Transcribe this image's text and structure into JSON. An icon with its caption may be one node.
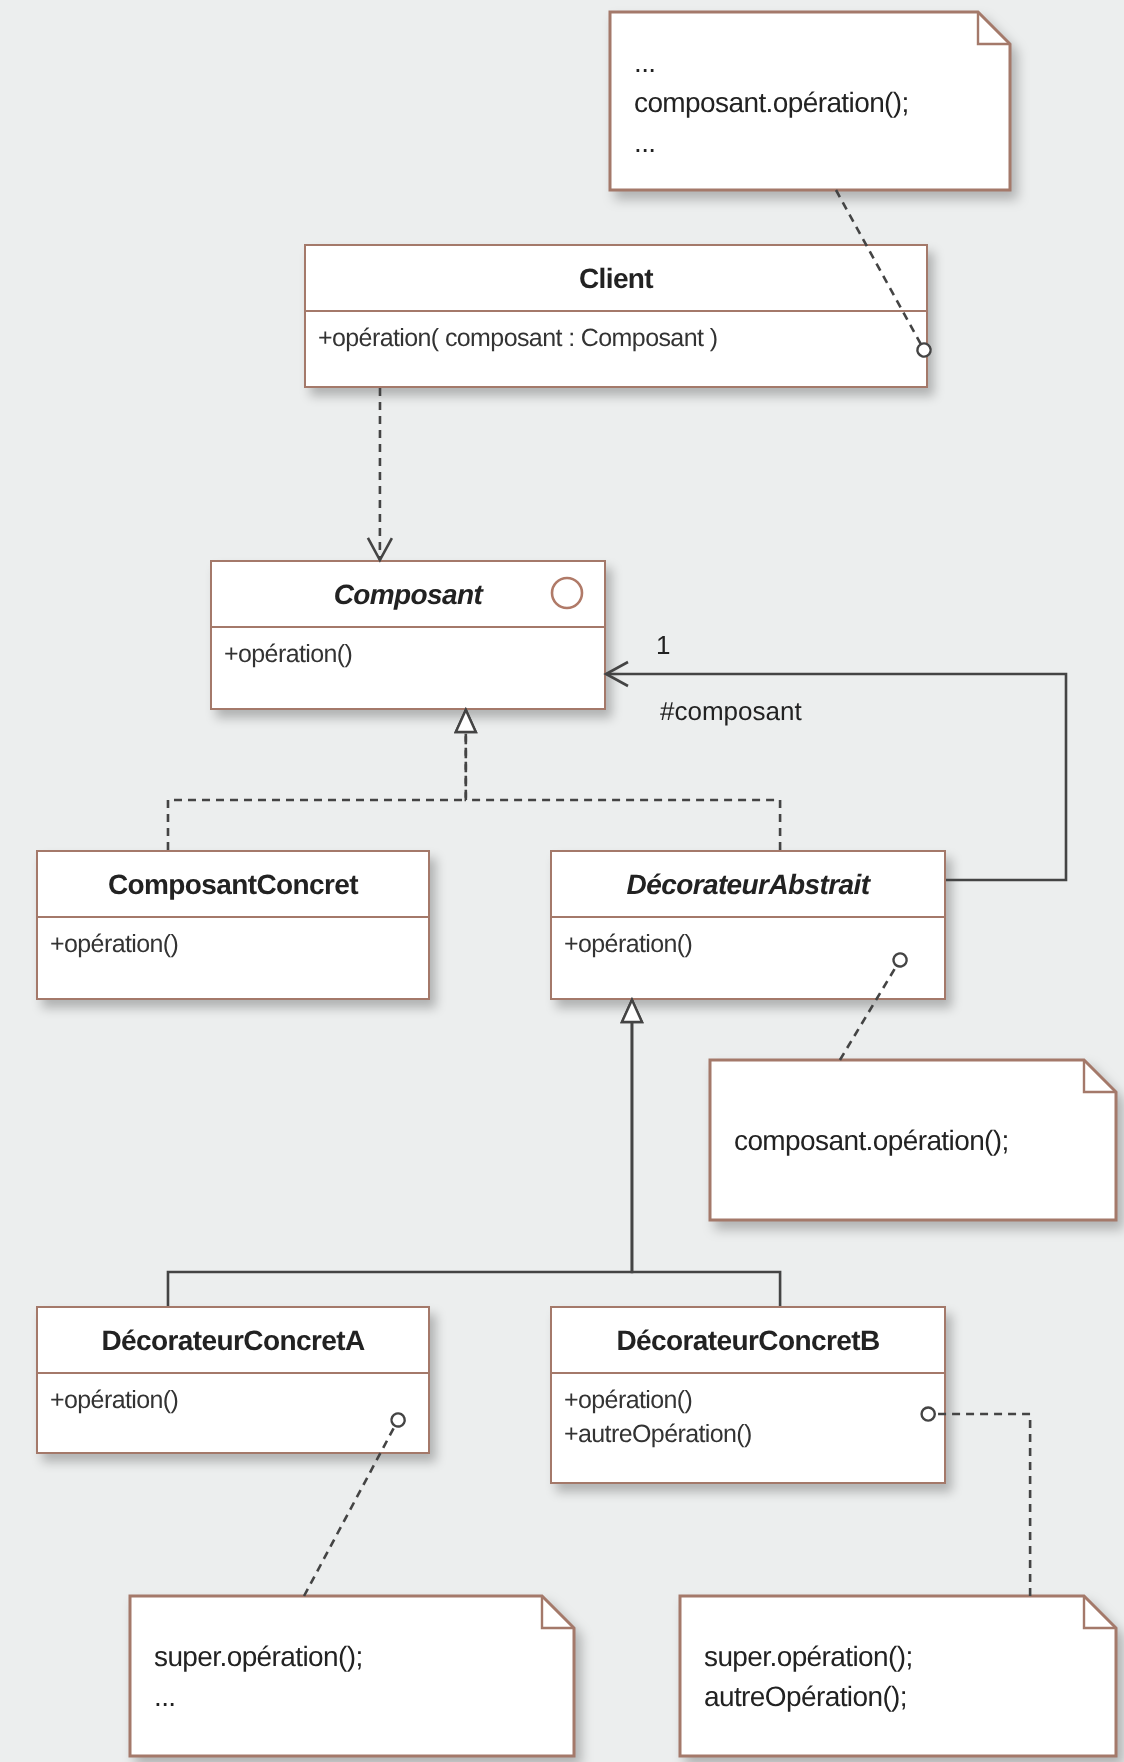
{
  "diagram": {
    "nodes": [
      {
        "text": [
          "...",
          "composant.opération();",
          "..."
        ]
      },
      {
        "text": [
          "Client",
          "+opération( composant : Composant )"
        ]
      },
      {
        "text": [
          "Composant",
          "+opération()"
        ]
      },
      {
        "text": [
          "ComposantConcret",
          "+opération()"
        ]
      },
      {
        "text": [
          "DécorateurAbstrait",
          "+opération()"
        ]
      },
      {
        "text": [
          "composant.opération();"
        ]
      },
      {
        "text": [
          "DécorateurConcretA",
          "+opération()"
        ]
      },
      {
        "text": [
          "DécorateurConcretB",
          "+opération()",
          "+autreOpération()"
        ]
      },
      {
        "text": [
          "super.opération();",
          "..."
        ]
      },
      {
        "text": [
          "super.opération();",
          "autreOpération();"
        ]
      }
    ],
    "edges": [
      {
        "from": 0,
        "to": 1,
        "arrow": "other",
        "style": "dashed"
      },
      {
        "from": 1,
        "to": 2,
        "arrow": "to",
        "style": "dashed"
      },
      {
        "from": 3,
        "to": 2,
        "arrow": "to",
        "style": "dashed"
      },
      {
        "from": 4,
        "to": 2,
        "arrow": "to",
        "style": "dashed"
      },
      {
        "from": 4,
        "to": 2,
        "arrow": "to",
        "label": "#composant"
      },
      {
        "from": 5,
        "to": 4,
        "arrow": "other",
        "style": "dashed"
      },
      {
        "from": 6,
        "to": 4,
        "arrow": "to"
      },
      {
        "from": 7,
        "to": 4,
        "arrow": "to"
      },
      {
        "from": 8,
        "to": 6,
        "arrow": "other",
        "style": "dashed"
      },
      {
        "from": 9,
        "to": 7,
        "arrow": "other",
        "style": "dashed"
      }
    ],
    "labels": [
      "1"
    ]
  }
}
